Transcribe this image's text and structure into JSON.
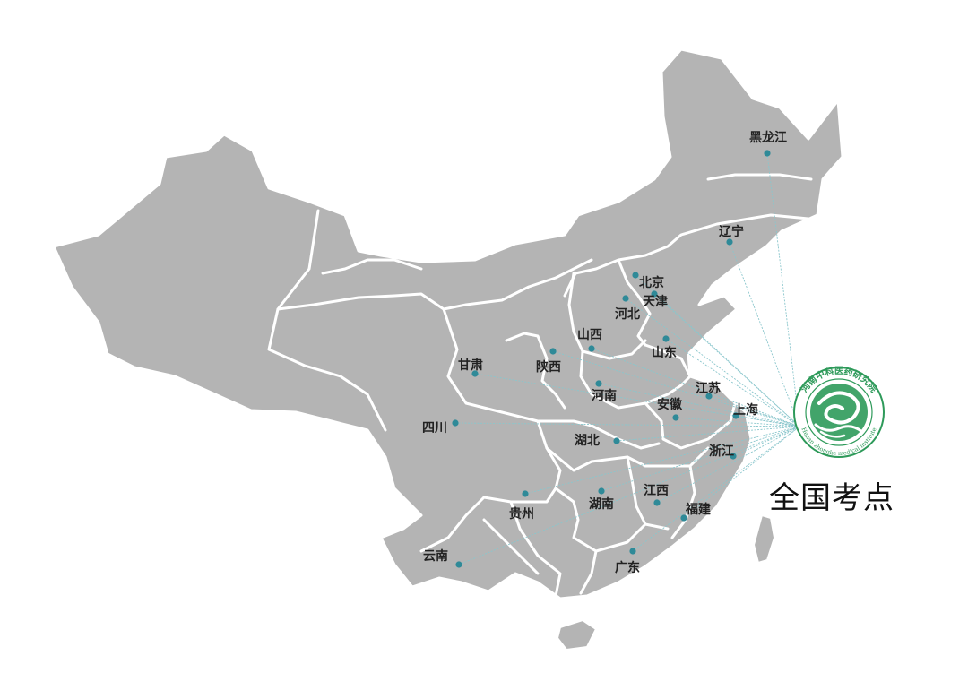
{
  "map": {
    "title": "全国考点",
    "colors": {
      "land": "#b4b4b4",
      "border": "#ffffff",
      "dot": "#2f8a98",
      "line": "#8ac6cc",
      "logo": "#2e9a5a"
    },
    "provinces": [
      {
        "id": "heilongjiang",
        "label": "黑龙江"
      },
      {
        "id": "liaoning",
        "label": "辽宁"
      },
      {
        "id": "beijing",
        "label": "北京"
      },
      {
        "id": "tianjin",
        "label": "天津"
      },
      {
        "id": "hebei",
        "label": "河北"
      },
      {
        "id": "shanxi",
        "label": "山西"
      },
      {
        "id": "shandong",
        "label": "山东"
      },
      {
        "id": "gansu",
        "label": "甘肃"
      },
      {
        "id": "shaanxi",
        "label": "陕西"
      },
      {
        "id": "henan",
        "label": "河南"
      },
      {
        "id": "jiangsu",
        "label": "江苏"
      },
      {
        "id": "anhui",
        "label": "安徽"
      },
      {
        "id": "shanghai",
        "label": "上海"
      },
      {
        "id": "sichuan",
        "label": "四川"
      },
      {
        "id": "hubei",
        "label": "湖北"
      },
      {
        "id": "zhejiang",
        "label": "浙江"
      },
      {
        "id": "guizhou",
        "label": "贵州"
      },
      {
        "id": "hunan",
        "label": "湖南"
      },
      {
        "id": "jiangxi",
        "label": "江西"
      },
      {
        "id": "fujian",
        "label": "福建"
      },
      {
        "id": "yunnan",
        "label": "云南"
      },
      {
        "id": "guangdong",
        "label": "广东"
      }
    ]
  },
  "logo": {
    "name": "institute-seal",
    "text_top": "河南中科医药研究院",
    "text_bottom": "Henan zhongke medical institute"
  }
}
